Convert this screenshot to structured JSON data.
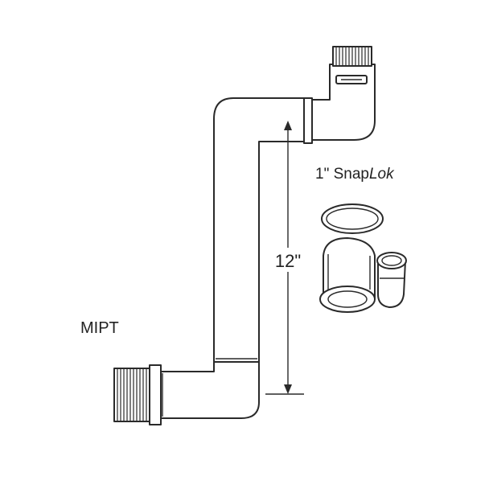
{
  "labels": {
    "part_name_prefix": "1\" Snap",
    "part_name_suffix": "Lok",
    "dimension": "12\"",
    "thread_type": "MIPT"
  },
  "colors": {
    "line": "#2a2a2a",
    "fill": "#ffffff",
    "text": "#222222"
  }
}
